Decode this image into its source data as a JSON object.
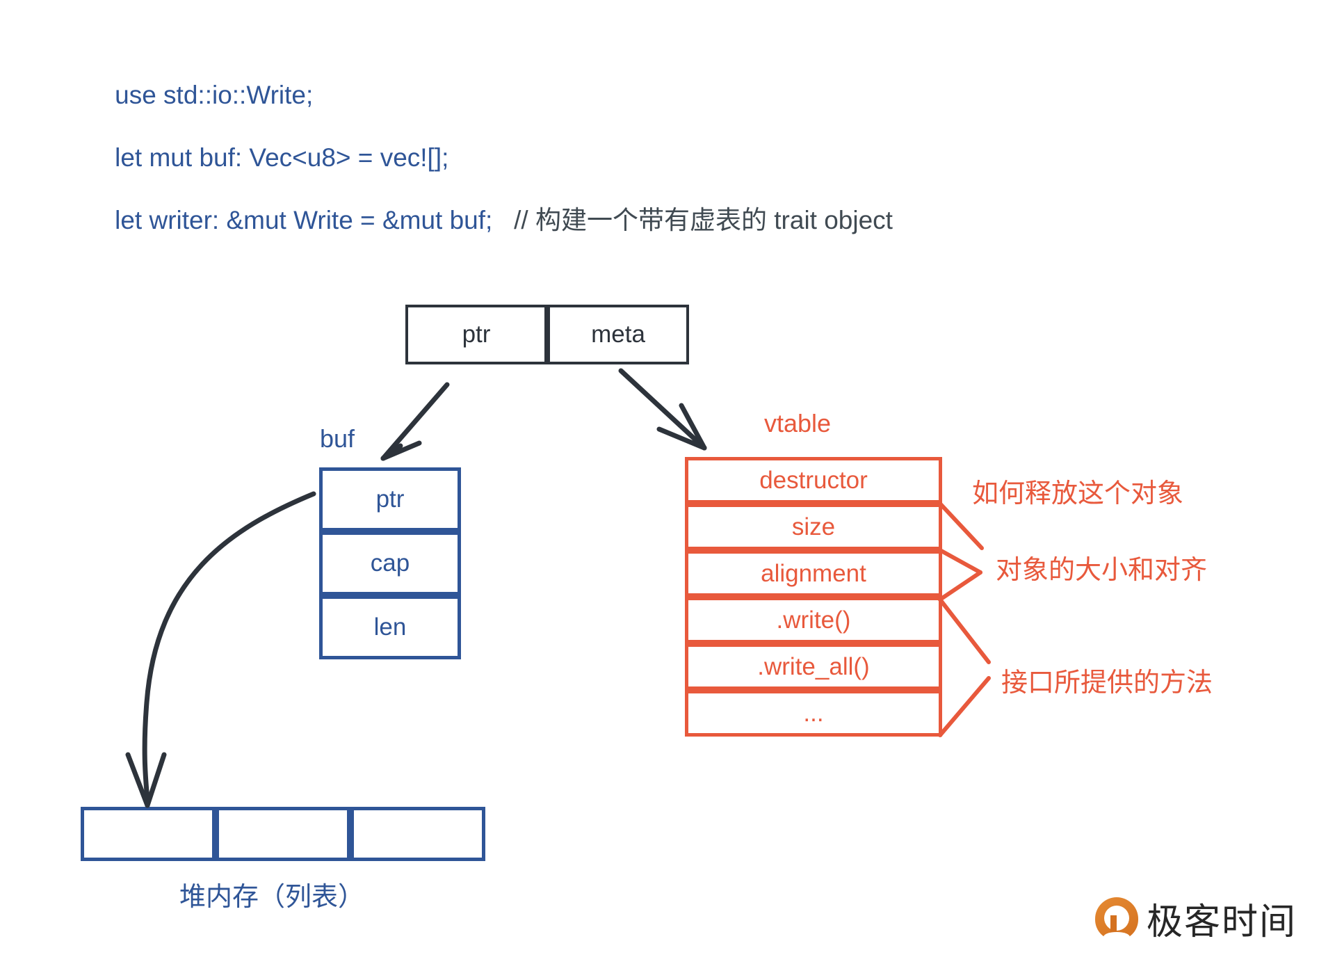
{
  "code": {
    "lines": [
      {
        "text": "use std::io::Write;",
        "comment": ""
      },
      {
        "text": "let mut buf: Vec<u8> = vec![];",
        "comment": ""
      },
      {
        "text": "let writer: &mut Write = &mut buf;",
        "comment": "// 构建一个带有虚表的 trait object"
      }
    ]
  },
  "fat_pointer": {
    "ptr_label": "ptr",
    "meta_label": "meta"
  },
  "buf": {
    "title": "buf",
    "fields": [
      "ptr",
      "cap",
      "len"
    ]
  },
  "vtable": {
    "title": "vtable",
    "entries": [
      "destructor",
      "size",
      "alignment",
      ".write()",
      ".write_all()",
      "..."
    ],
    "annotations": [
      "如何释放这个对象",
      "对象的大小和对齐",
      "接口所提供的方法"
    ]
  },
  "heap": {
    "label": "堆内存（列表）",
    "cells": [
      "",
      "",
      ""
    ]
  },
  "branding": {
    "wordmark": "极客时间"
  },
  "colors": {
    "blue": "#2f5597",
    "orange": "#e8593c",
    "dark": "#2d333b",
    "comment_gray": "#404a52",
    "logo_orange": "#d4711f"
  }
}
